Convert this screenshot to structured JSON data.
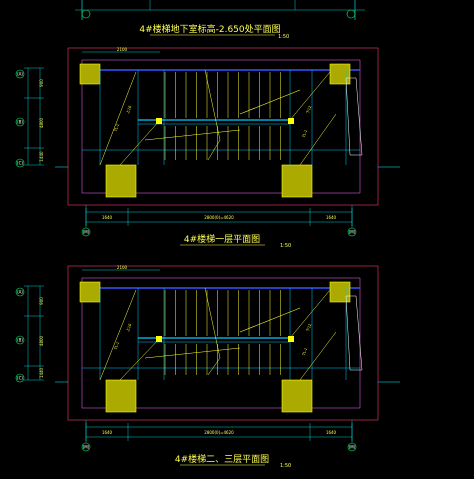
{
  "colors": {
    "background": "#000000",
    "structure": "#ff66ff",
    "outline": "#cc3366",
    "dimension": "#00ffff",
    "stair": "#ffff33",
    "wall": "#00ccff",
    "beam": "#3355ff",
    "column_fill": "#aaaa00",
    "column_edge": "#ffff00",
    "axis_mark": "#00ff66",
    "text": "#ffff55"
  },
  "plans": [
    {
      "title": "4#楼梯地下室标高-2.650处平面图",
      "scale": "1:50",
      "dims_top_partial": "2100",
      "dims_bottom": [
        "1640",
        "2800(0)=4620",
        "1640"
      ],
      "dims_left": [
        "900",
        "4800",
        "1440"
      ],
      "left_axis_labels": [
        "(A)",
        "(B)",
        "(C)"
      ],
      "bottom_axis_labels": [
        "(M)",
        "(M)"
      ],
      "stair_notes": [
        "上10",
        "下12",
        "TL-1",
        "TL-1"
      ]
    },
    {
      "title": "4#楼梯一层平面图",
      "scale": "1:50",
      "dims_top_partial": "2100",
      "dims_bottom": [
        "1640",
        "2800(0)=4620",
        "1640"
      ],
      "dims_left": [
        "900",
        "4800",
        "1440"
      ],
      "left_axis_labels": [
        "(A)",
        "(B)",
        "(C)"
      ],
      "bottom_axis_labels": [
        "(M)",
        "(M)"
      ],
      "stair_notes": [
        "上10",
        "下12",
        "TL-1",
        "TL-1"
      ]
    },
    {
      "title": "4#楼梯二、三层平面图",
      "scale": "1:50",
      "dims_top_partial": "",
      "dims_bottom": [],
      "dims_left": [],
      "left_axis_labels": [],
      "bottom_axis_labels": [
        "(M)",
        "(M)"
      ],
      "stair_notes": []
    }
  ]
}
